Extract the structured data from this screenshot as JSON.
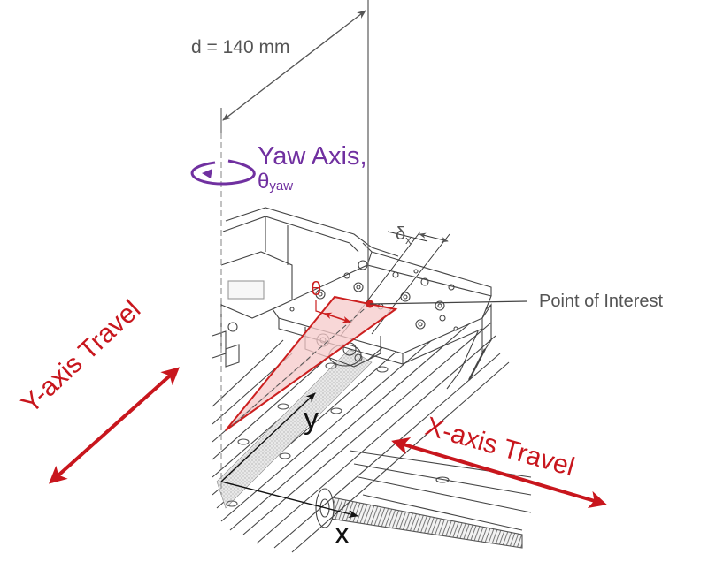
{
  "diagram": {
    "dimension": {
      "label": "d = 140 mm",
      "value_mm": 140
    },
    "yaw_axis": {
      "title": "Yaw Axis,",
      "symbol": "θ",
      "symbol_sub": "yaw",
      "color": "#7030a0"
    },
    "delta": {
      "symbol": "δ",
      "sub": "x"
    },
    "point_of_interest": {
      "label": "Point of Interest"
    },
    "theta": {
      "symbol": "θ"
    },
    "travel": {
      "y_label": "Y-axis Travel",
      "x_label": "X-axis Travel",
      "color": "#c8161d"
    },
    "axes": {
      "y": "y",
      "x": "x"
    },
    "colors": {
      "annotation_gray": "#555555",
      "highlight_red": "#cc1f1f",
      "highlight_fill": "#f6c9c9",
      "line_gray": "#666666"
    }
  }
}
